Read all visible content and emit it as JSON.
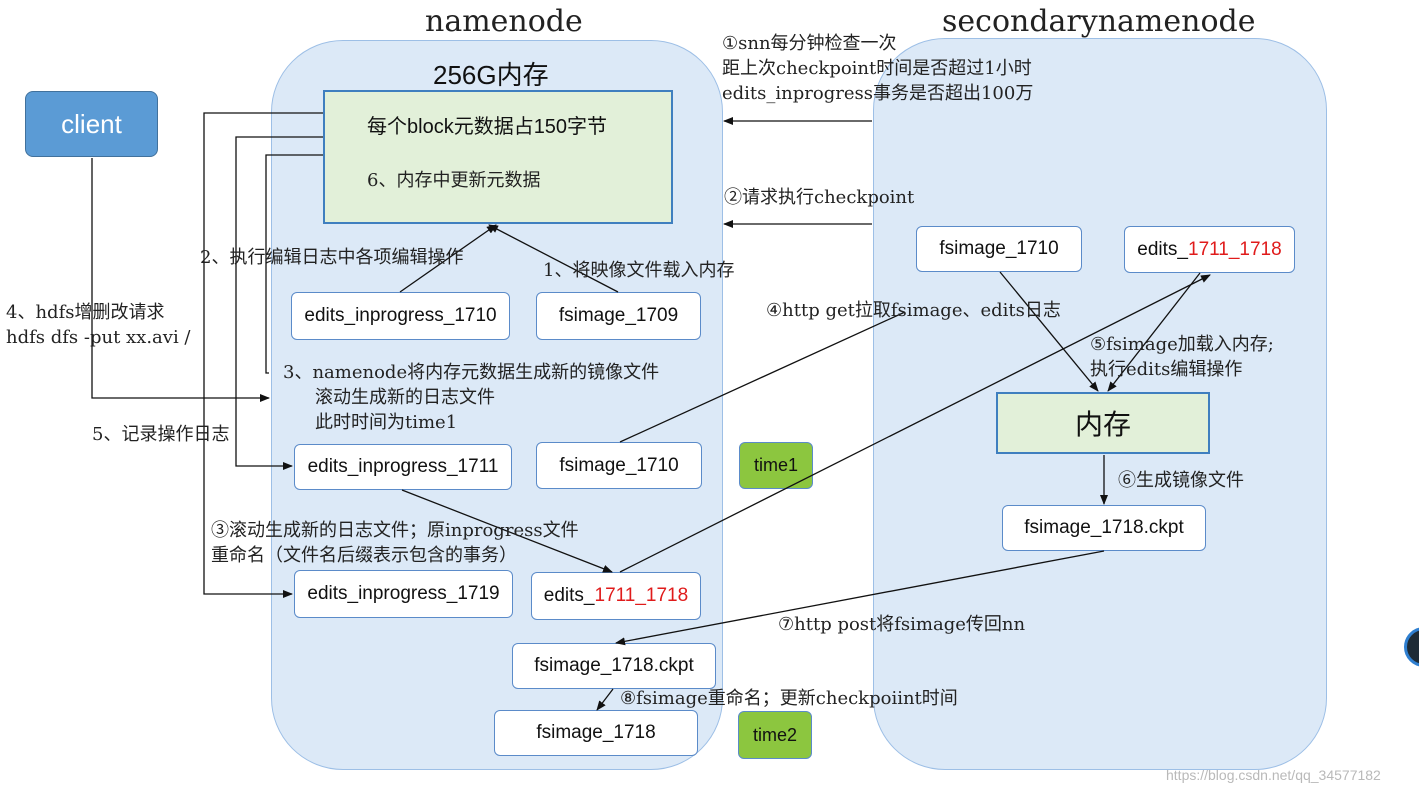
{
  "namenode": {
    "title": "namenode",
    "memory_title": "256G内存",
    "memory_line1": "每个block元数据占150字节",
    "memory_line2": "6、内存中更新元数据",
    "edits_inprogress_1710": "edits_inprogress_1710",
    "fsimage_1709": "fsimage_1709",
    "edits_inprogress_1711": "edits_inprogress_1711",
    "fsimage_1710": "fsimage_1710",
    "edits_inprogress_1719": "edits_inprogress_1719",
    "edits_prefix": "edits_",
    "edits_range": "1711_1718",
    "fsimage_1718_ckpt": "fsimage_1718.ckpt",
    "fsimage_1718": "fsimage_1718"
  },
  "secondary": {
    "title": "secondarynamenode",
    "fsimage_1710": "fsimage_1710",
    "edits_prefix": "edits_",
    "edits_range": "1711_1718",
    "memory": "内存",
    "fsimage_1718_ckpt": "fsimage_1718.ckpt"
  },
  "client": {
    "label": "client"
  },
  "badges": {
    "time1": "time1",
    "time2": "time2"
  },
  "annotations": {
    "snn_check_1": "①snn每分钟检查一次",
    "snn_check_2": "距上次checkpoint时间是否超过1小时",
    "snn_check_3": "edits_inprogress事务是否超出100万",
    "request_checkpoint": "②请求执行checkpoint",
    "step2": "2、执行编辑日志中各项编辑操作",
    "step1": "1、将映像文件载入内存",
    "step4_1": "4、hdfs增删改请求",
    "step4_2": "hdfs dfs  -put xx.avi /",
    "step3_1": "3、namenode将内存元数据生成新的镜像文件",
    "step3_2": "滚动生成新的日志文件",
    "step3_3": "此时时间为time1",
    "step5": "5、记录操作日志",
    "http_get": "④http get拉取fsimage、edits日志",
    "load_1": "⑤fsimage加载入内存;",
    "load_2": "执行edits编辑操作",
    "gen_image": "⑥生成镜像文件",
    "roll_1": "③滚动生成新的日志文件；原inprogress文件",
    "roll_2": "重命名（文件名后缀表示包含的事务）",
    "http_post": "⑦http post将fsimage传回nn",
    "rename": "⑧fsimage重命名；更新checkpoiint时间"
  },
  "watermark": "https://blog.csdn.net/qq_34577182"
}
